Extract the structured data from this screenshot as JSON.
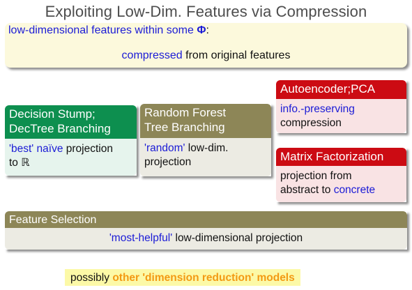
{
  "title": "Exploiting Low-Dim. Features via Compression",
  "definition": {
    "line1_text": "low-dimensional features within some ",
    "line1_symbol": "Φ",
    "line1_suffix": ":",
    "line2_highlight": "compressed",
    "line2_rest": " from original features"
  },
  "boxes": {
    "stump": {
      "title_line1": "Decision Stump;",
      "title_line2": "DecTree Branching",
      "body_highlight": "'best' naïve",
      "body_rest1": " projection",
      "body_rest2": "to ℝ"
    },
    "forest": {
      "title_line1": "Random Forest",
      "title_line2": "Tree Branching",
      "body_highlight": "'random'",
      "body_rest1": " low-dim.",
      "body_rest2": "projection"
    },
    "autoencoder": {
      "title": "Autoencoder;PCA",
      "body_highlight": "info.-preserving",
      "body_rest": "compression"
    },
    "matrix_factorization": {
      "title": "Matrix Factorization",
      "body_line1": "projection from",
      "body_line2_prefix": "abstract to ",
      "body_line2_highlight": "concrete"
    },
    "feature_selection": {
      "title": "Feature Selection",
      "body_highlight": "'most-helpful'",
      "body_rest": " low-dimensional projection"
    }
  },
  "note": {
    "prefix": "possibly ",
    "highlight": "other 'dimension reduction' models"
  },
  "colors": {
    "title_text": "#4d4d4d",
    "definition_bg": "#fcf9dc",
    "highlight_blue": "#1b1bd6",
    "green_head": "#0d8f4f",
    "olive_head": "#8d8657",
    "red_head": "#cc0b13",
    "note_bg": "#fcf9a7",
    "note_orange": "#f39a13"
  }
}
